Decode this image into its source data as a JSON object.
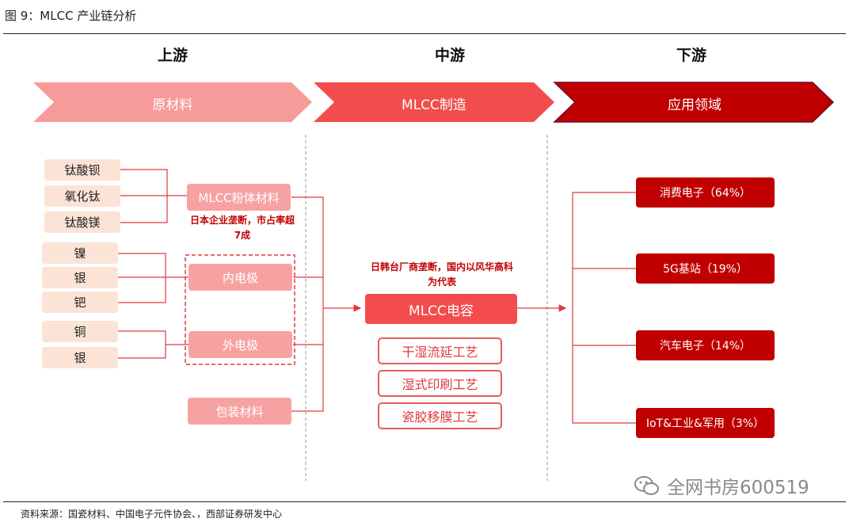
{
  "figure_title": "图 9：MLCC 产业链分析",
  "columns": {
    "upstream": "上游",
    "midstream": "中游",
    "downstream": "下游"
  },
  "stage_arrows": {
    "upstream": "原材料",
    "midstream": "MLCC制造",
    "downstream": "应用领域"
  },
  "raw_materials": [
    "钛酸钡",
    "氧化钛",
    "钛酸镁",
    "镍",
    "银",
    "钯",
    "铜",
    "银"
  ],
  "materials": {
    "powder": "MLCC粉体材料",
    "inner_electrode": "内电极",
    "outer_electrode": "外电极",
    "packaging": "包装材料"
  },
  "notes": {
    "powder": "日本企业垄断，市占率超7成",
    "manufacturing": "日韩台厂商垄断，国内以风华高科为代表"
  },
  "product": "MLCC电容",
  "processes": [
    "干湿流延工艺",
    "湿式印刷工艺",
    "瓷胶移膜工艺"
  ],
  "applications": [
    "消费电子（64%）",
    "5G基站（19%）",
    "汽车电子（14%）",
    "IoT&工业&军用（3%）"
  ],
  "colors": {
    "upstream_arrow": "#f79a9a",
    "midstream_arrow": "#f24c4c",
    "downstream_arrow": "#c00000",
    "raw_fill": "#fbe3d6",
    "accent_red": "#c00000"
  },
  "source": "资料来源：国瓷材料、中国电子元件协会、，西部证券研发中心",
  "watermark": "全网书房600519"
}
